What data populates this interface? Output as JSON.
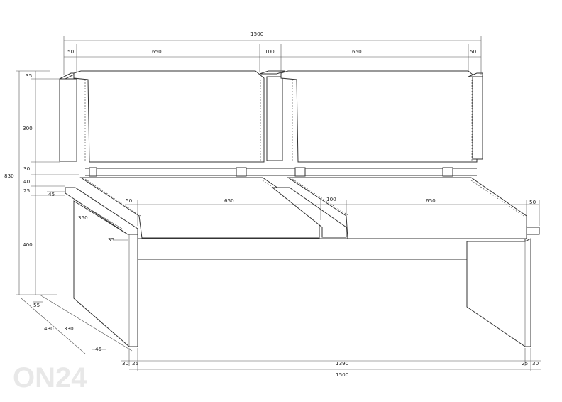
{
  "drawing": {
    "watermark": "ON24",
    "dimensions": {
      "top_total": "1500",
      "top_left_end": "50",
      "top_seat_1": "650",
      "top_middle": "100",
      "top_seat_2": "650",
      "top_right_end": "50",
      "back_top": "35",
      "back_height": "300",
      "gap_1": "30",
      "gap_2": "40",
      "gap_3": "25",
      "total_height": "830",
      "leg_height": "400",
      "seat_front_bevel": "45",
      "seat_depth": "350",
      "seat_front_lip": "35",
      "seat_left_end": "50",
      "seat_1": "650",
      "seat_middle": "100",
      "seat_2": "650",
      "seat_right_end": "50",
      "depth_top": "55",
      "depth_total": "430",
      "depth_inner": "330",
      "depth_bottom": "45",
      "bottom_left_outer": "30",
      "bottom_left_inner": "25",
      "bottom_span": "1390",
      "bottom_right_inner": "25",
      "bottom_right_outer": "30",
      "bottom_total": "1500"
    }
  }
}
